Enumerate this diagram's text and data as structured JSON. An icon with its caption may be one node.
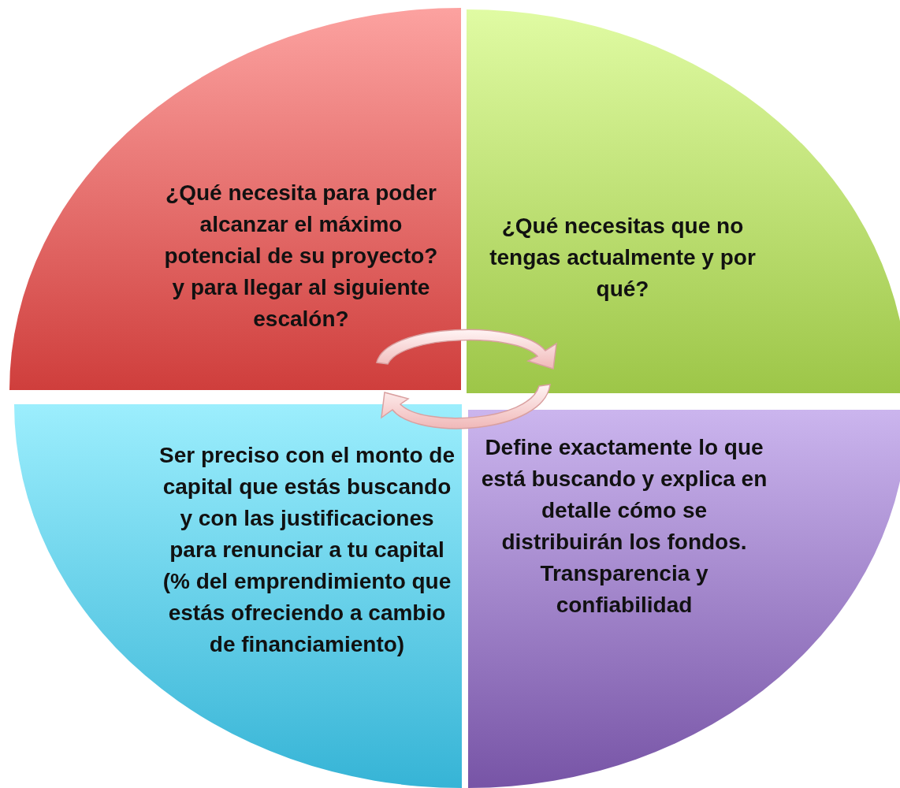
{
  "diagram": {
    "nodes": [
      {
        "text": [
          "¿Qué necesita para poder alcanzar el máximo potencial de su proyecto? y para llegar al siguiente escalón?"
        ]
      },
      {
        "text": [
          "¿Qué necesitas que no tengas actualmente y por qué?"
        ]
      },
      {
        "text": [
          "Ser preciso con el monto de capital que estás buscando y con las justificaciones para renunciar a tu capital (% del emprendimiento que estás ofreciendo a cambio de financiamiento)"
        ]
      },
      {
        "text": [
          "Define exactamente lo que está buscando y explica en detalle cómo se distribuirán los fondos. Transparencia y confiabilidad"
        ]
      }
    ]
  }
}
